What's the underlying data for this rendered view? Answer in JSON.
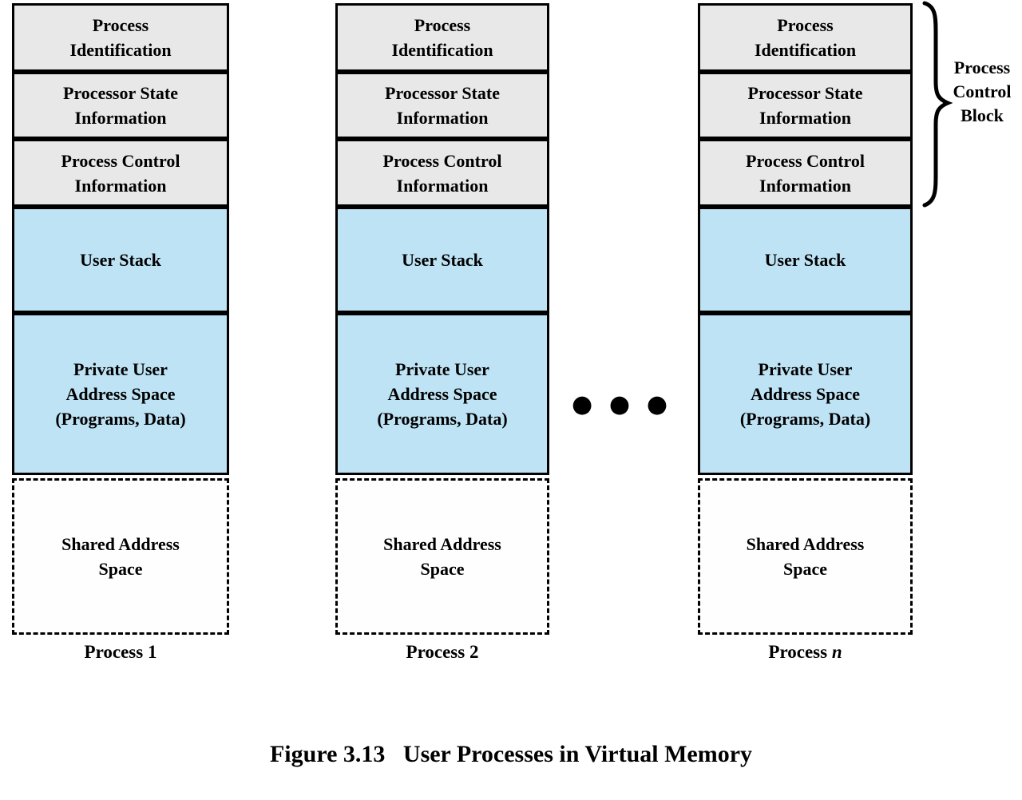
{
  "figure_caption": "Figure 3.13   User Processes in Virtual Memory",
  "pcb_brace": {
    "lines": [
      "Process",
      "Control",
      "Block"
    ]
  },
  "icons": {
    "ellipsis_dot": "●"
  },
  "colors": {
    "pcb_section_bg": "#e8e8e8",
    "user_section_bg": "#bde3f5",
    "shared_section_bg": "#fefefe",
    "border": "#000000"
  },
  "columns": [
    {
      "process_label": {
        "text": "Process",
        "var": "1"
      },
      "pcb_sections": [
        {
          "lines": [
            "Process",
            "Identification"
          ]
        },
        {
          "lines": [
            "Processor State",
            "Information"
          ]
        },
        {
          "lines": [
            "Process Control",
            "Information"
          ]
        }
      ],
      "memory_sections": [
        {
          "lines": [
            "User Stack"
          ]
        },
        {
          "lines": [
            "Private User",
            "Address Space",
            "(Programs, Data)"
          ]
        }
      ],
      "shared_section": {
        "lines": [
          "Shared Address",
          "Space"
        ]
      }
    },
    {
      "process_label": {
        "text": "Process",
        "var": "2"
      },
      "pcb_sections": [
        {
          "lines": [
            "Process",
            "Identification"
          ]
        },
        {
          "lines": [
            "Processor State",
            "Information"
          ]
        },
        {
          "lines": [
            "Process Control",
            "Information"
          ]
        }
      ],
      "memory_sections": [
        {
          "lines": [
            "User Stack"
          ]
        },
        {
          "lines": [
            "Private User",
            "Address Space",
            "(Programs, Data)"
          ]
        }
      ],
      "shared_section": {
        "lines": [
          "Shared Address",
          "Space"
        ]
      }
    },
    {
      "process_label": {
        "text": "Process",
        "var": "n"
      },
      "pcb_sections": [
        {
          "lines": [
            "Process",
            "Identification"
          ]
        },
        {
          "lines": [
            "Processor State",
            "Information"
          ]
        },
        {
          "lines": [
            "Process Control",
            "Information"
          ]
        }
      ],
      "memory_sections": [
        {
          "lines": [
            "User Stack"
          ]
        },
        {
          "lines": [
            "Private User",
            "Address Space",
            "(Programs, Data)"
          ]
        }
      ],
      "shared_section": {
        "lines": [
          "Shared Address",
          "Space"
        ]
      }
    }
  ]
}
